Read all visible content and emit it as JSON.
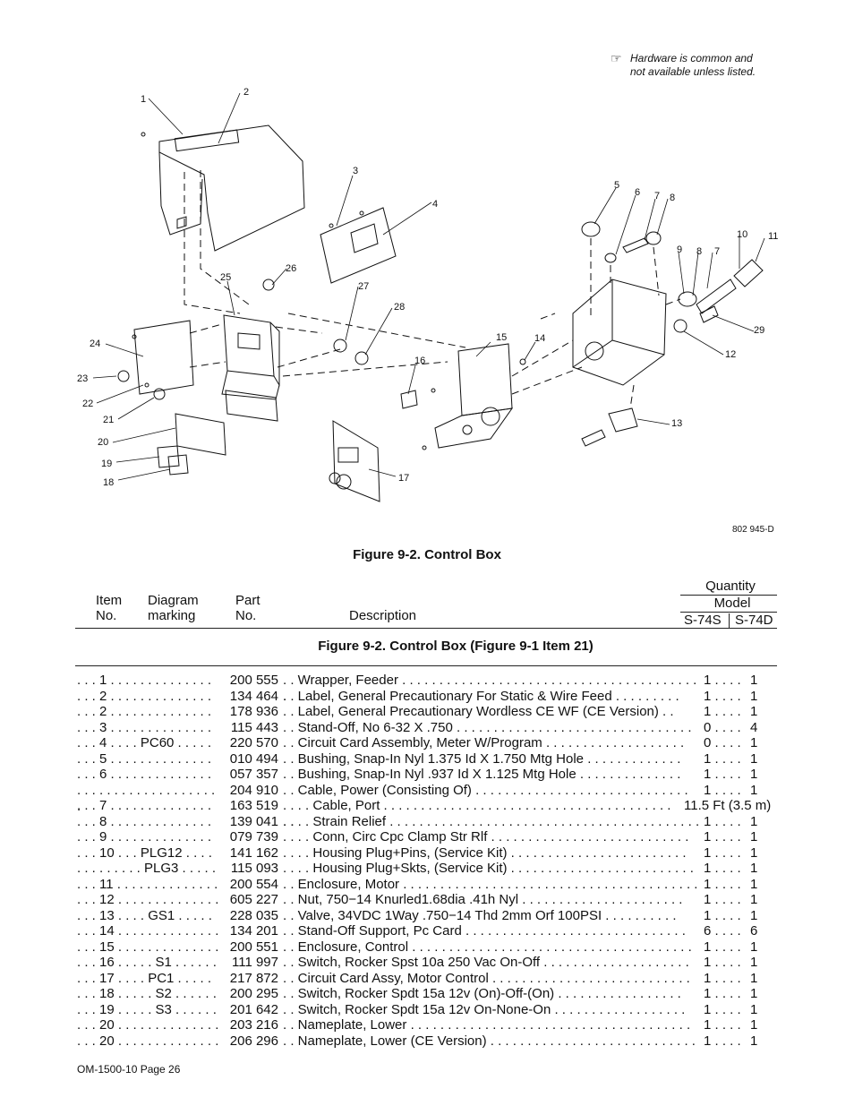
{
  "note": {
    "line1": "Hardware is common and",
    "line2": "not available unless listed."
  },
  "diagram_code": "802 945-D",
  "callouts": [
    "1",
    "2",
    "3",
    "4",
    "5",
    "6",
    "7",
    "8",
    "9",
    "8",
    "7",
    "10",
    "11",
    "25",
    "26",
    "27",
    "28",
    "24",
    "23",
    "22",
    "21",
    "20",
    "19",
    "18",
    "15",
    "14",
    "16",
    "17",
    "13",
    "12",
    "29"
  ],
  "figure_caption": "Figure 9-2. Control Box",
  "table": {
    "headers": {
      "item": [
        "Item",
        "No."
      ],
      "diagram": [
        "Diagram",
        "marking"
      ],
      "part": [
        "Part",
        "No."
      ],
      "description": "Description",
      "quantity": "Quantity",
      "model": "Model",
      "model_a": "S-74S",
      "model_b": "S-74D"
    },
    "section_title": "Figure 9-2. Control Box (Figure 9-1 Item 21)",
    "rows": [
      {
        "item": ". . .  1  . . . . . . . . . . . . . .",
        "part": "200 555",
        "desc": ". .  Wrapper, Feeder . . . . . . . . . . . . . . . . . . . . . . . . . . . . . . . . . . . . . . . . .",
        "qa": "1 . . . .",
        "qb": "1"
      },
      {
        "item": ". . .  2  . . . . . . . . . . . . . .",
        "part": "134 464",
        "desc": ". .  Label, General Precautionary For Static & Wire Feed  . . . . . . . . .",
        "qa": "1 . . . .",
        "qb": "1"
      },
      {
        "item": ". . .  2  . . . . . . . . . . . . . .",
        "part": "178 936",
        "desc": ". .  Label, General Precautionary Wordless CE WF (CE Version)  . .",
        "qa": "1 . . . .",
        "qb": "1"
      },
      {
        "item": ". . .  3  . . . . . . . . . . . . . .",
        "part": "115 443",
        "desc": ". .  Stand-Off, No 6-32 X .750 . . . . . . . . . . . . . . . . . . . . . . . . . . . . . . . .",
        "qa": "0 . . . .",
        "qb": "4"
      },
      {
        "item": ". . .  4  . . . .  PC60  . . . . .",
        "part": "220 570",
        "desc": ". .  Circuit Card Assembly, Meter W/Program  . . . . . . . . . . . . . . . . . . .",
        "qa": "0 . . . .",
        "qb": "1"
      },
      {
        "item": ". . .  5  . . . . . . . . . . . . . .",
        "part": "010 494",
        "desc": ". .  Bushing, Snap-In Nyl 1.375 Id X 1.750 Mtg Hole  . . . . . . . . . . . . .",
        "qa": "1 . . . .",
        "qb": "1"
      },
      {
        "item": ". . .  6  . . . . . . . . . . . . . .",
        "part": "057 357",
        "desc": ". .  Bushing, Snap-In Nyl .937 Id X 1.125 Mtg Hole  . . . . . . . . . . . . . .",
        "qa": "1 . . . .",
        "qb": "1"
      },
      {
        "item": ". . . . . . . . . . . . . . . . . . . .",
        "part": "204 910",
        "desc": ". .  Cable, Power (Consisting Of)  . . . . . . . . . . . . . . . . . . . . . . . . . . . . .",
        "qa": "1 . . . .",
        "qb": "1"
      },
      {
        "item": ". . .  7  . . . . . . . . . . . . . .",
        "part": "163 519",
        "desc": ". . . .  Cable, Port  . . . . . . . . . . . . . . . . . . . . . . . . . . . . . . . . . . . . . . . . .",
        "qa": "11.5 Ft (3.5 m)",
        "qb": ""
      },
      {
        "item": ". . .  8  . . . . . . . . . . . . . .",
        "part": "139 041",
        "desc": ". . . .  Strain Relief  . . . . . . . . . . . . . . . . . . . . . . . . . . . . . . . . . . . . . . . . . .",
        "qa": "1 . . . .",
        "qb": "1"
      },
      {
        "item": ". . .  9  . . . . . . . . . . . . . .",
        "part": "079 739",
        "desc": ". . . .  Conn, Circ Cpc Clamp Str Rlf  . . . . . . . . . . . . . . . . . . . . . . . . . . .",
        "qa": "1 . . . .",
        "qb": "1"
      },
      {
        "item": ". . . 10 . . .  PLG12  . . . .",
        "part": "141 162",
        "desc": ". . . .  Housing Plug+Pins, (Service Kit)    . . . . . . . . . . . . . . . . . . . . . . . .",
        "qa": "1 . . . .",
        "qb": "1"
      },
      {
        "item": ". . . . . . . . .  PLG3  . . . . .",
        "part": "115 093",
        "desc": ". . . .  Housing Plug+Skts, (Service Kit)  . . . . . . . . . . . . . . . . . . . . . . . . .",
        "qa": "1 . . . .",
        "qb": "1"
      },
      {
        "item": ". . . 11 . . . . . . . . . . . . . .",
        "part": "200 554",
        "desc": ". .  Enclosure, Motor . . . . . . . . . . . . . . . . . . . . . . . . . . . . . . . . . . . . . . . .",
        "qa": "1 . . . .",
        "qb": "1"
      },
      {
        "item": ". . . 12 . . . . . . . . . . . . . .",
        "part": "605 227",
        "desc": ". .  Nut, 750−14 Knurled1.68dia .41h Nyl    . . . . . . . . . . . . . . . . . . . . . .",
        "qa": "1 . . . .",
        "qb": "1"
      },
      {
        "item": ". . . 13 . . . .   GS1  . . . . .",
        "part": "228 035",
        "desc": ". .  Valve, 34VDC 1Way .750−14 Thd 2mm Orf 100PSI  . . . . . . . . . .",
        "qa": "1 . . . .",
        "qb": "1"
      },
      {
        "item": ". . . 14 . . . . . . . . . . . . . .",
        "part": "134 201",
        "desc": ". .  Stand-Off Support, Pc Card  . . . . . . . . . . . . . . . . . . . . . . . . . . . . . .",
        "qa": "6 . . . .",
        "qb": "6"
      },
      {
        "item": ". . . 15 . . . . . . . . . . . . . .",
        "part": "200 551",
        "desc": ". .  Enclosure, Control  . . . . . . . . . . . . . . . . . . . . . . . . . . . . . . . . . . . . . .",
        "qa": "1 . . . .",
        "qb": "1"
      },
      {
        "item": ". . . 16 . . . . .   S1  . . . . . .",
        "part": "111 997",
        "desc": ". .  Switch, Rocker Spst 10a 250 Vac On-Off . . . . . . . . . . . . . . . . . . . .",
        "qa": "1 . . . .",
        "qb": "1"
      },
      {
        "item": ". . . 17 . . . .   PC1  . . . . .",
        "part": "217 872",
        "desc": ". .  Circuit Card Assy, Motor Control  . . . . . . . . . . . . . . . . . . . . . . . . . . .",
        "qa": "1 . . . .",
        "qb": "1"
      },
      {
        "item": ". . . 18 . . . . .   S2  . . . . . .",
        "part": "200 295",
        "desc": ". .  Switch, Rocker Spdt 15a 12v (On)-Off-(On)   . . . . . . . . . . . . . . . . .",
        "qa": "1 . . . .",
        "qb": "1"
      },
      {
        "item": ". . . 19 . . . . .   S3  . . . . . .",
        "part": "201 642",
        "desc": ". .  Switch, Rocker Spdt 15a 12v On-None-On  . . . . . . . . . . . . . . . . . .",
        "qa": "1 . . . .",
        "qb": "1"
      },
      {
        "item": ". . . 20 . . . . . . . . . . . . . .",
        "part": "203 216",
        "desc": ". .  Nameplate, Lower   . . . . . . . . . . . . . . . . . . . . . . . . . . . . . . . . . . . . . .",
        "qa": "1 . . . .",
        "qb": "1"
      },
      {
        "item": ". . . 20 . . . . . . . . . . . . . .",
        "part": "206 296",
        "desc": ". .  Nameplate, Lower (CE Version)  . . . . . . . . . . . . . . . . . . . . . . . . . . . .",
        "qa": "1 . . . .",
        "qb": "1"
      }
    ]
  },
  "footer": "OM-1500-10 Page 26"
}
